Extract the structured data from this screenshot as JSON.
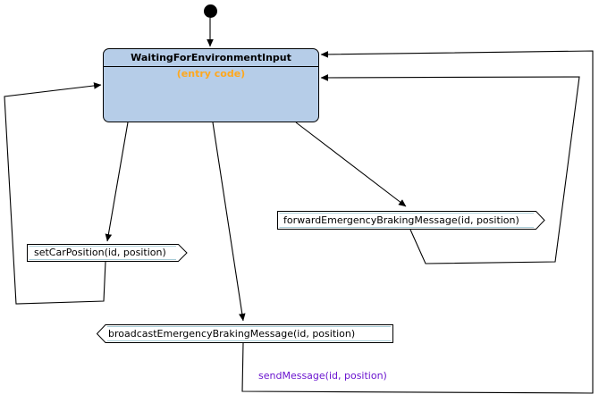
{
  "diagram": {
    "type": "uml-state-machine",
    "background_color": "#ffffff",
    "line_color": "#000000"
  },
  "initial_node": {
    "name": "initial-pseudostate",
    "shape": "filled-circle"
  },
  "state": {
    "title": "WaitingForEnvironmentInput",
    "entry": "(entry code)",
    "fill_color": "#b6cde8",
    "border_color": "#000000",
    "entry_color": "#ffa81e"
  },
  "signals": [
    {
      "id": "set-car-position",
      "label": "setCarPosition(id, position)",
      "direction": "send",
      "point_side": "right"
    },
    {
      "id": "forward-emergency-braking-message",
      "label": "forwardEmergencyBrakingMessage(id, position)",
      "direction": "send",
      "point_side": "right"
    },
    {
      "id": "broadcast-emergency-braking-message",
      "label": "broadcastEmergencyBrakingMessage(id, position)",
      "direction": "receive",
      "point_side": "left"
    }
  ],
  "edge_labels": [
    {
      "id": "send-message",
      "text": "sendMessage(id, position)",
      "color": "#6a14cf"
    }
  ]
}
